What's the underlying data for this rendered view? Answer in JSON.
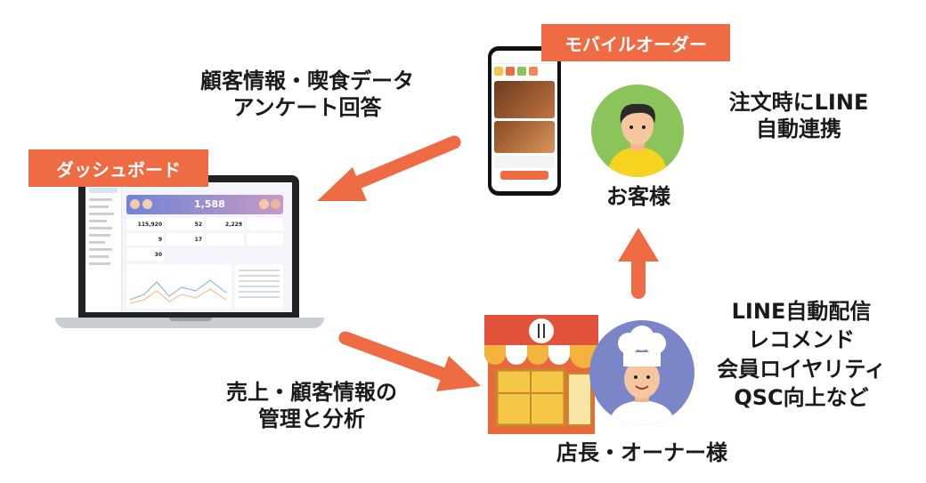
{
  "labels": {
    "dashboard": "ダッシュボード",
    "mobile_order": "モバイルオーダー",
    "customer_data_line1": "顧客情報・喫食データ",
    "customer_data_line2": "アンケート回答",
    "line_link_line1": "注文時にLINE",
    "line_link_line2": "自動連携",
    "customer": "お客様",
    "sales_line1": "売上・顧客情報の",
    "sales_line2": "管理と分析",
    "features_line1": "LINE自動配信",
    "features_line2": "レコメンド",
    "features_line3": "会員ロイヤリティ",
    "features_line4": "QSC向上など",
    "store_owner": "店長・オーナー様"
  },
  "dashboard_screen": {
    "big_number": "1,588",
    "stat_1": "115,920",
    "stat_2": "52",
    "stat_3": "2,229",
    "stat_4": "9",
    "stat_5": "17",
    "stat_6": "30"
  },
  "colors": {
    "accent": "#ef6b43",
    "arrow": "#ef6b43",
    "customer_bg": "#8bc45a",
    "owner_bg": "#7b86c8"
  }
}
